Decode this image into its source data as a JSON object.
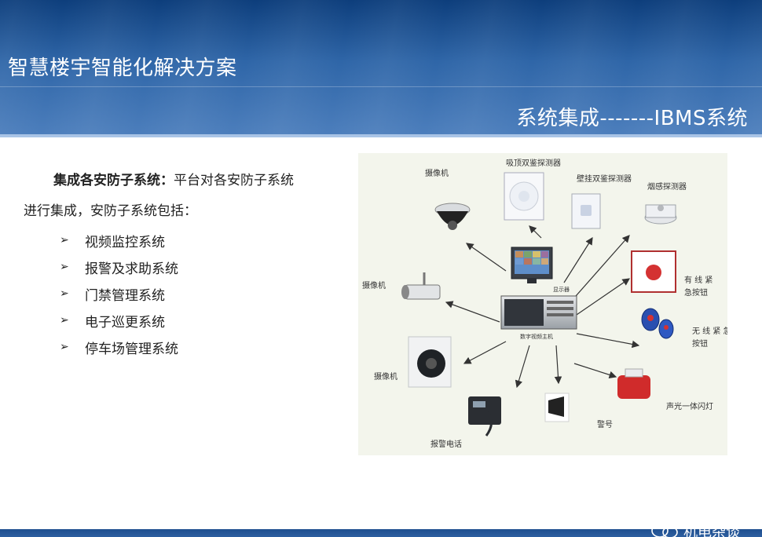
{
  "header": {
    "title": "智慧楼宇智能化解决方案",
    "subtitle": "系统集成-------IBMS系统"
  },
  "intro": {
    "bold": "集成各安防子系统：",
    "line1_rest": "平台对各安防子系统",
    "line2": "进行集成，安防子系统包括："
  },
  "subsystems": [
    "视频监控系统",
    "报警及求助系统",
    "门禁管理系统",
    "电子巡更系统",
    "停车场管理系统"
  ],
  "diagram": {
    "labels": {
      "camera_top": "摄像机",
      "ceiling_detector": "吸顶双鉴探测器",
      "wall_detector": "壁挂双鉴探测器",
      "smoke_detector": "烟感探测器",
      "camera_left": "摄像机",
      "wired_button_1": "有 线 紧",
      "wired_button_2": "急按钮",
      "wireless_button_1": "无 线 紧 急",
      "wireless_button_2": "按钮",
      "camera_bottom": "摄像机",
      "siren": "警号",
      "strobe": "声光一体闪灯",
      "alarm_phone": "报警电话",
      "monitor": "显示器",
      "dvr": "数字视频主机"
    }
  },
  "watermark": {
    "text": "机电杂谈"
  }
}
